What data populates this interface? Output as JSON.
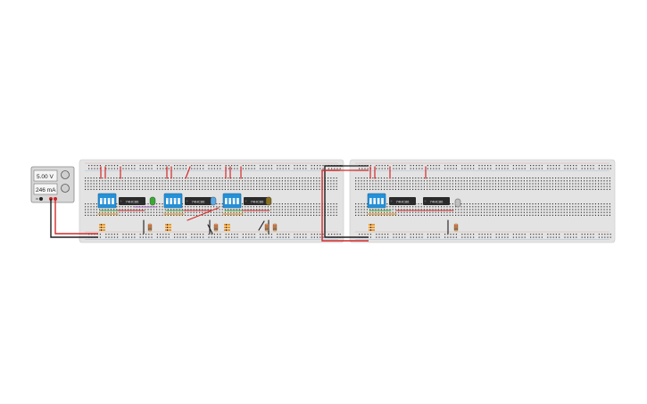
{
  "power_supply": {
    "voltage": "5.00 V",
    "current": "246 mA"
  },
  "chips": {
    "board1": [
      "74HC86",
      "74HC86",
      "74HC86"
    ],
    "board2": [
      "74HC86",
      "74HC86"
    ]
  },
  "colors": {
    "breadboard": "#e3e3e3",
    "hole": "#3c3c3c",
    "wire_red": "#d42a2a",
    "wire_black": "#1e1e1e",
    "dip_switch": "#2590d6",
    "ic_body": "#2b2b2b",
    "led_green": "#3ba935",
    "led_blue": "#5aa9e6",
    "led_olive": "#8a7020",
    "rail_wire_orange": "#e89a2c",
    "rail_wire_green": "#39a84a",
    "rail_wire_purple": "#8d3fb0"
  },
  "icons": {
    "knob": "circle-knob-icon",
    "terminal": "banana-terminal-icon"
  }
}
